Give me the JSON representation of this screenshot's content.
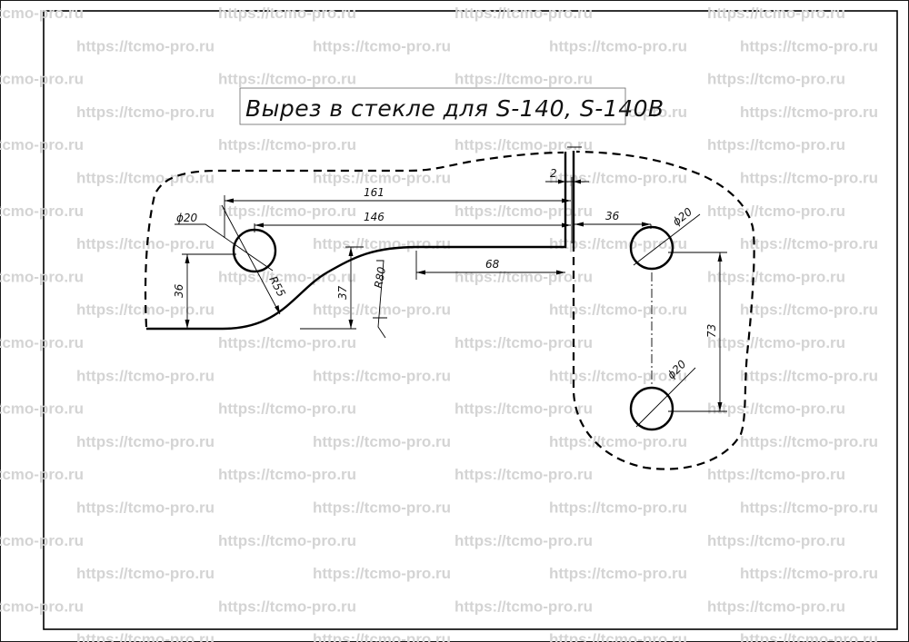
{
  "title": "Вырез в стекле для S-140, S-140B",
  "watermark": "https://tcmo-pro.ru",
  "dimensions": {
    "d161": "161",
    "d146": "146",
    "d2": "2",
    "d36_top": "36",
    "d68": "68",
    "d36_left": "36",
    "d37": "37",
    "d73": "73",
    "r55": "R55",
    "r80": "R80",
    "phi20_left": "ϕ20",
    "phi20_right_top": "ϕ20",
    "phi20_right_bottom": "ϕ20"
  }
}
